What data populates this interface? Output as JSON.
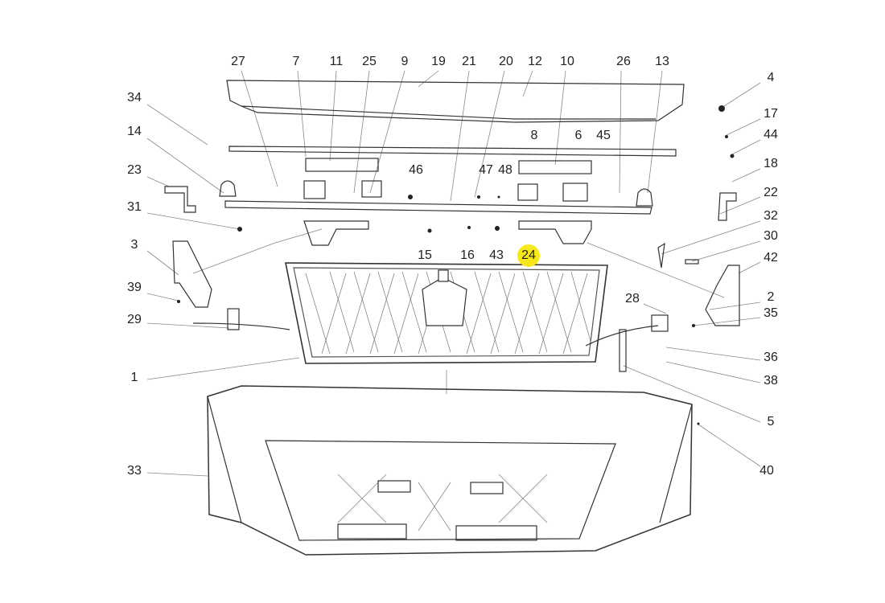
{
  "diagram": {
    "highlight_color": "#f7e81a",
    "highlighted_callout": "24",
    "callouts": {
      "c27": "27",
      "c7": "7",
      "c11": "11",
      "c25": "25",
      "c9": "9",
      "c19": "19",
      "c21": "21",
      "c20": "20",
      "c12": "12",
      "c10": "10",
      "c26": "26",
      "c13": "13",
      "c4": "4",
      "c34": "34",
      "c17": "17",
      "c14": "14",
      "c44": "44",
      "c8": "8",
      "c6": "6",
      "c45": "45",
      "c18": "18",
      "c23": "23",
      "c46": "46",
      "c47": "47",
      "c48": "48",
      "c22": "22",
      "c31": "31",
      "c32": "32",
      "c30": "30",
      "c3": "3",
      "c15": "15",
      "c16": "16",
      "c43": "43",
      "c24": "24",
      "c42": "42",
      "c39": "39",
      "c28": "28",
      "c2": "2",
      "c35": "35",
      "c29": "29",
      "c36": "36",
      "c1": "1",
      "c38": "38",
      "c5": "5",
      "c33": "33",
      "c40": "40"
    }
  }
}
